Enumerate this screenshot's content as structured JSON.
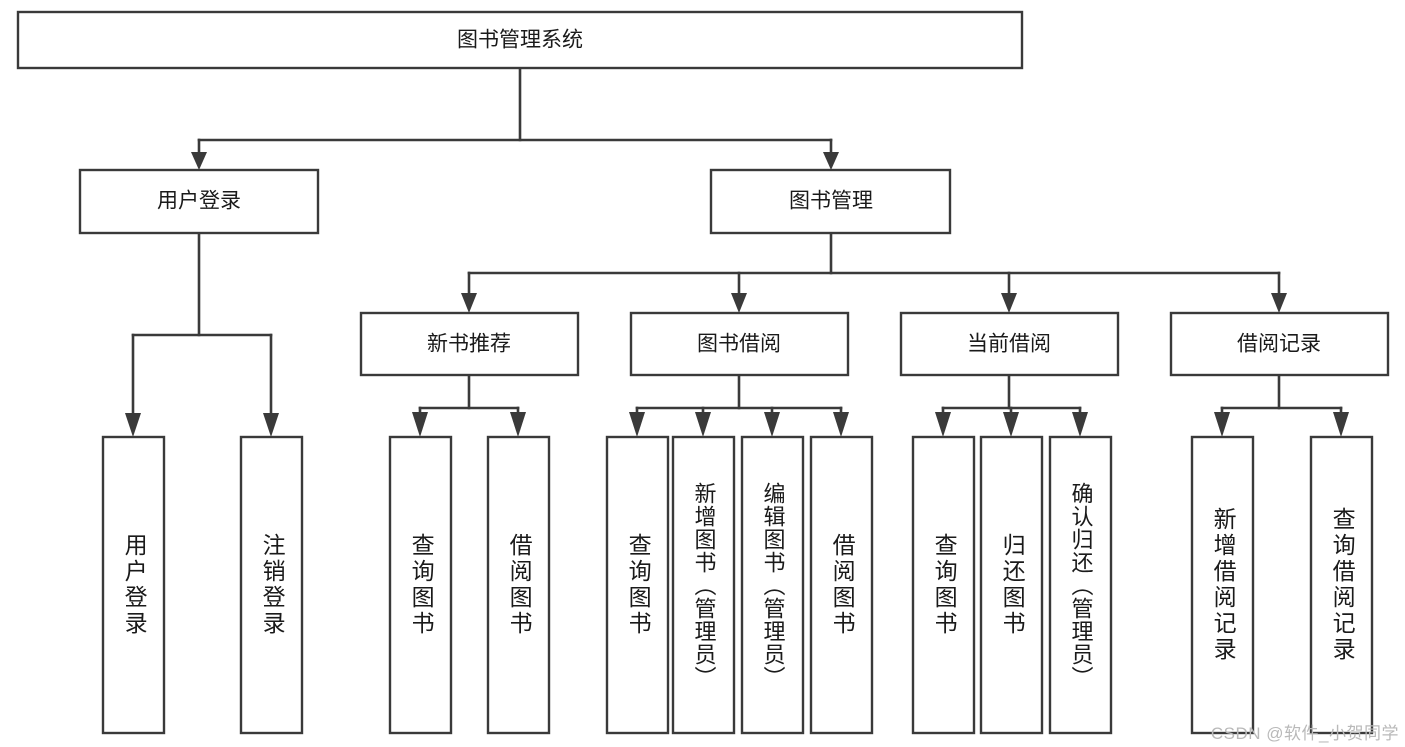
{
  "page": {
    "background": "#ffffff",
    "line_color": "#3a3a3a",
    "box_fill": "#ffffff",
    "text_color": "#1a1a1a",
    "watermark": "CSDN @软件_小贺同学",
    "watermark_color": "#b9b9b9"
  },
  "diagram": {
    "type": "tree",
    "orientation": "top-down",
    "title": "图书管理系统"
  },
  "nodes": {
    "root": {
      "label": "图书管理系统",
      "level": 0,
      "orient": "horizontal"
    },
    "l1": [
      {
        "id": "user-login",
        "label": "用户登录",
        "level": 1,
        "orient": "horizontal"
      },
      {
        "id": "book-manage",
        "label": "图书管理",
        "level": 1,
        "orient": "horizontal"
      }
    ],
    "l2": [
      {
        "id": "new-book-rec",
        "label": "新书推荐",
        "level": 2,
        "orient": "horizontal",
        "parent": "book-manage"
      },
      {
        "id": "book-borrow",
        "label": "图书借阅",
        "level": 2,
        "orient": "horizontal",
        "parent": "book-manage"
      },
      {
        "id": "current-borrow",
        "label": "当前借阅",
        "level": 2,
        "orient": "horizontal",
        "parent": "book-manage"
      },
      {
        "id": "borrow-record",
        "label": "借阅记录",
        "level": 2,
        "orient": "horizontal",
        "parent": "book-manage"
      }
    ],
    "leaves": [
      {
        "id": "leaf-user-login",
        "label": "用户登录",
        "parent": "user-login",
        "orient": "vertical"
      },
      {
        "id": "leaf-user-logout",
        "label": "注销登录",
        "parent": "user-login",
        "orient": "vertical"
      },
      {
        "id": "leaf-query-book-1",
        "label": "查询图书",
        "parent": "new-book-rec",
        "orient": "vertical"
      },
      {
        "id": "leaf-borrow-book-1",
        "label": "借阅图书",
        "parent": "new-book-rec",
        "orient": "vertical"
      },
      {
        "id": "leaf-query-book-2",
        "label": "查询图书",
        "parent": "book-borrow",
        "orient": "vertical"
      },
      {
        "id": "leaf-add-book",
        "label": "新增图书（管理员）",
        "parent": "book-borrow",
        "orient": "vertical"
      },
      {
        "id": "leaf-edit-book",
        "label": "编辑图书（管理员）",
        "parent": "book-borrow",
        "orient": "vertical"
      },
      {
        "id": "leaf-borrow-book-2",
        "label": "借阅图书",
        "parent": "book-borrow",
        "orient": "vertical"
      },
      {
        "id": "leaf-query-book-3",
        "label": "查询图书",
        "parent": "current-borrow",
        "orient": "vertical"
      },
      {
        "id": "leaf-return-book",
        "label": "归还图书",
        "parent": "current-borrow",
        "orient": "vertical"
      },
      {
        "id": "leaf-confirm-return",
        "label": "确认归还（管理员）",
        "parent": "current-borrow",
        "orient": "vertical"
      },
      {
        "id": "leaf-add-record",
        "label": "新增借阅记录",
        "parent": "borrow-record",
        "orient": "vertical"
      },
      {
        "id": "leaf-query-record",
        "label": "查询借阅记录",
        "parent": "borrow-record",
        "orient": "vertical"
      }
    ]
  }
}
